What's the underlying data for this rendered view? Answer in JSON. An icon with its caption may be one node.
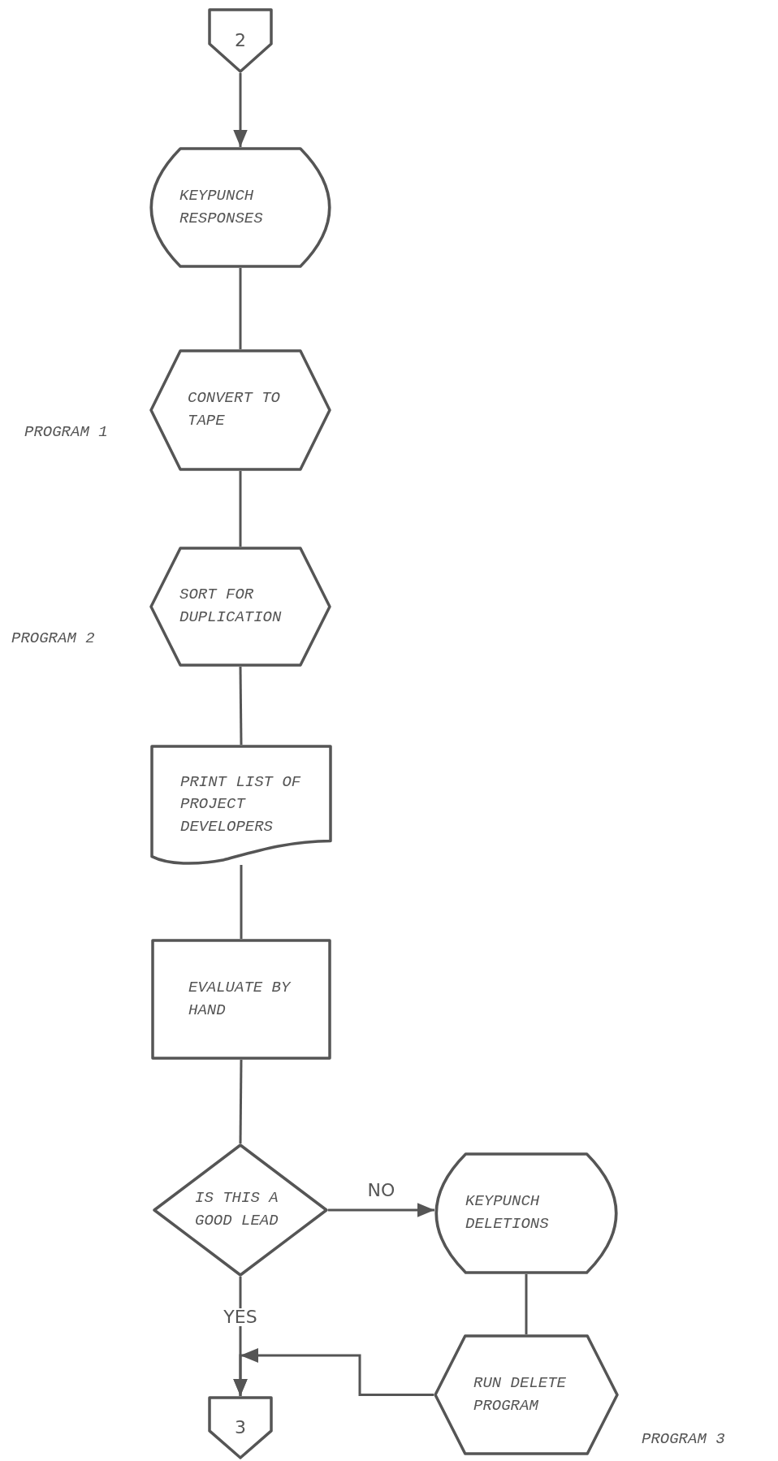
{
  "diagram": {
    "nodes": [
      {
        "text": [
          "2"
        ]
      },
      {
        "text": [
          "KEYPUNCH RESPONSES"
        ]
      },
      {
        "text": [
          "CONVERT TO TAPE"
        ],
        "beside": [
          "PROGRAM 1"
        ]
      },
      {
        "text": [
          "SORT FOR DUPLICATION"
        ],
        "beside": [
          "PROGRAM 2"
        ]
      },
      {
        "text": [
          "PRINT LIST OF PROJECT DEVELOPERS"
        ]
      },
      {
        "text": [
          "EVALUATE BY HAND"
        ]
      },
      {
        "text": [
          "IS THIS A GOOD LEAD"
        ]
      },
      {
        "text": [
          "KEYPUNCH DELETIONS"
        ]
      },
      {
        "text": [
          "RUN DELETE PROGRAM"
        ],
        "beside": [
          "PROGRAM 3"
        ]
      },
      {
        "text": [
          "3"
        ]
      }
    ],
    "edges": [
      {
        "from": 0,
        "to": 1,
        "arrow": "to"
      },
      {
        "from": 1,
        "to": 2,
        "arrow": "none"
      },
      {
        "from": 2,
        "to": 3,
        "arrow": "none"
      },
      {
        "from": 3,
        "to": 4,
        "arrow": "none"
      },
      {
        "from": 4,
        "to": 5,
        "arrow": "none"
      },
      {
        "from": 5,
        "to": 6,
        "arrow": "none"
      },
      {
        "from": 6,
        "to": 7,
        "arrow": "to",
        "label": "NO"
      },
      {
        "from": 6,
        "to": 9,
        "arrow": "to",
        "label": "YES"
      },
      {
        "from": 7,
        "to": 8,
        "arrow": "none"
      },
      {
        "from": 8,
        "to": 9,
        "arrow": "to"
      }
    ]
  }
}
